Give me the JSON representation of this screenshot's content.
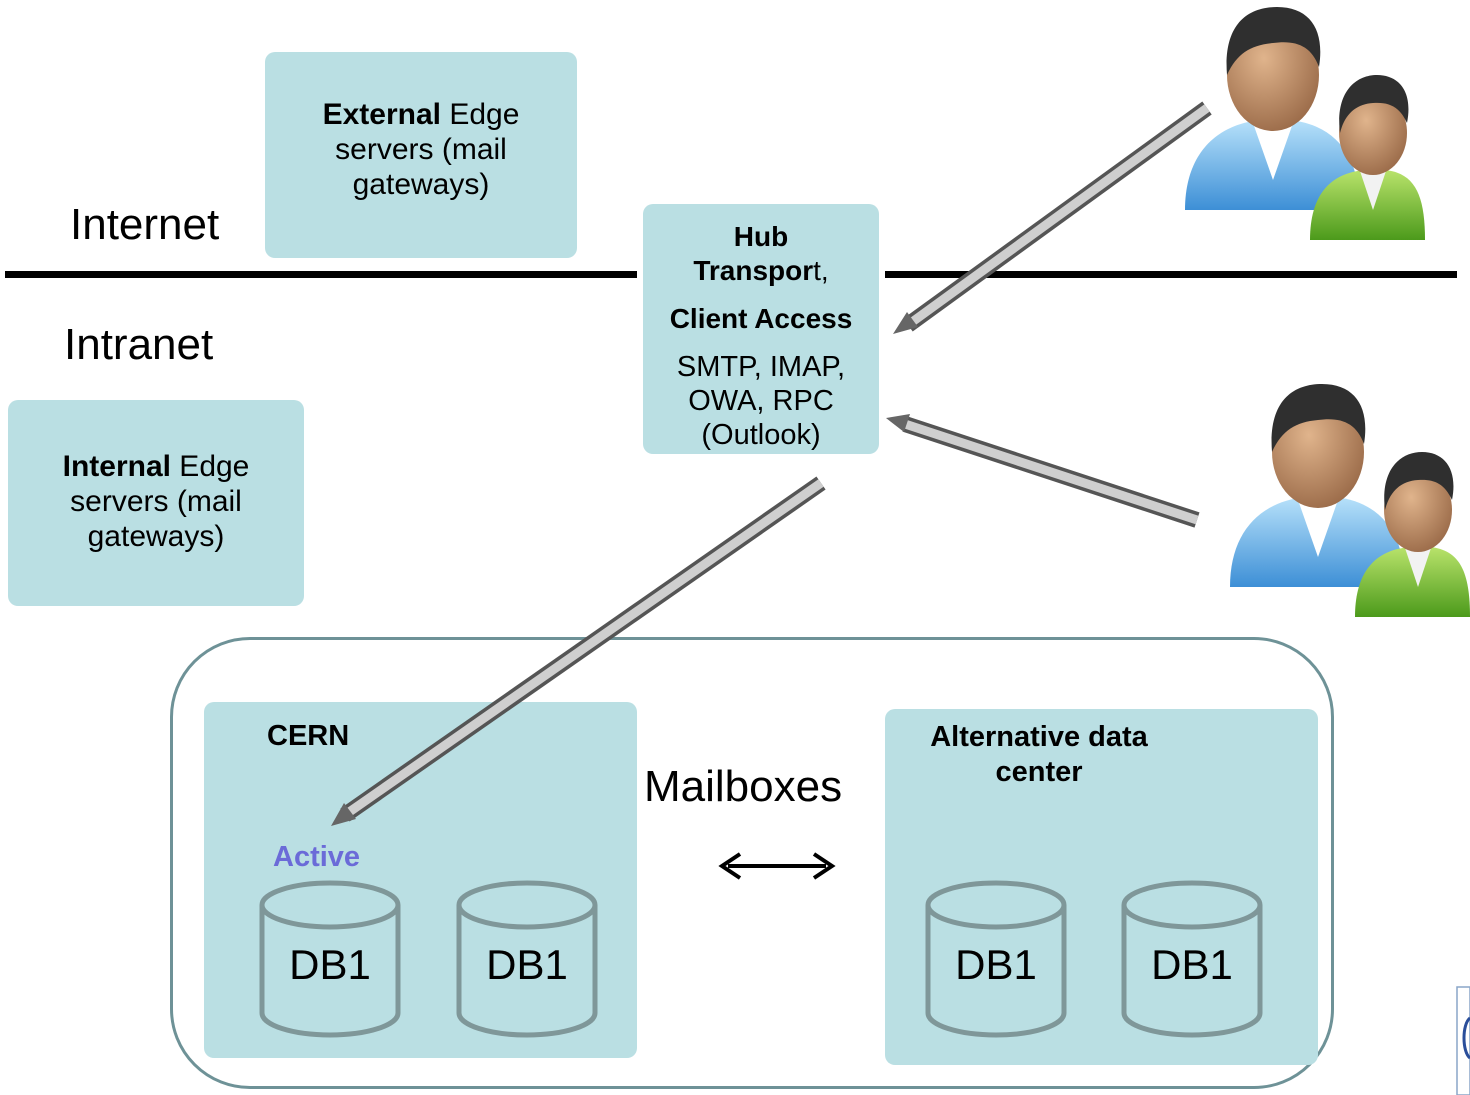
{
  "zones": {
    "internet_label": "Internet",
    "intranet_label": "Intranet"
  },
  "external_edge": {
    "bold": "External",
    "rest1": " Edge",
    "line2": "servers (mail",
    "line3": "gateways)"
  },
  "internal_edge": {
    "bold": "Internal",
    "rest1": " Edge",
    "line2": "servers (mail",
    "line3": "gateways)"
  },
  "hub": {
    "line1": "Hub",
    "line2_bold": "Transpor",
    "line2_rest": "t,",
    "line3": "Client Access",
    "line4": "SMTP, IMAP,",
    "line5": "OWA, RPC",
    "line6": "(Outlook)"
  },
  "mailboxes": {
    "label": "Mailboxes",
    "cern": {
      "title": "CERN",
      "active_label": "Active",
      "databases": [
        "DB1",
        "DB1"
      ]
    },
    "alt": {
      "title_line1": "Alternative data",
      "title_line2": "center",
      "databases": [
        "DB1",
        "DB1"
      ]
    }
  },
  "icons": [
    "users-icon",
    "users-icon"
  ],
  "colors": {
    "box_fill": "#badfe3",
    "container_border": "#6e9297",
    "active_text": "#6b6bd8",
    "db_stroke": "#7f9799"
  }
}
